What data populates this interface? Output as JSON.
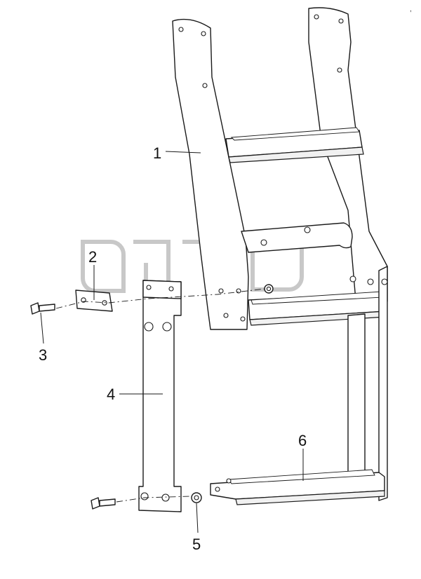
{
  "diagram": {
    "callouts": [
      {
        "id": "1",
        "label": "1"
      },
      {
        "id": "2",
        "label": "2"
      },
      {
        "id": "3",
        "label": "3"
      },
      {
        "id": "4",
        "label": "4"
      },
      {
        "id": "5",
        "label": "5"
      },
      {
        "id": "6",
        "label": "6"
      }
    ],
    "watermark": {
      "mark": "TM"
    }
  }
}
